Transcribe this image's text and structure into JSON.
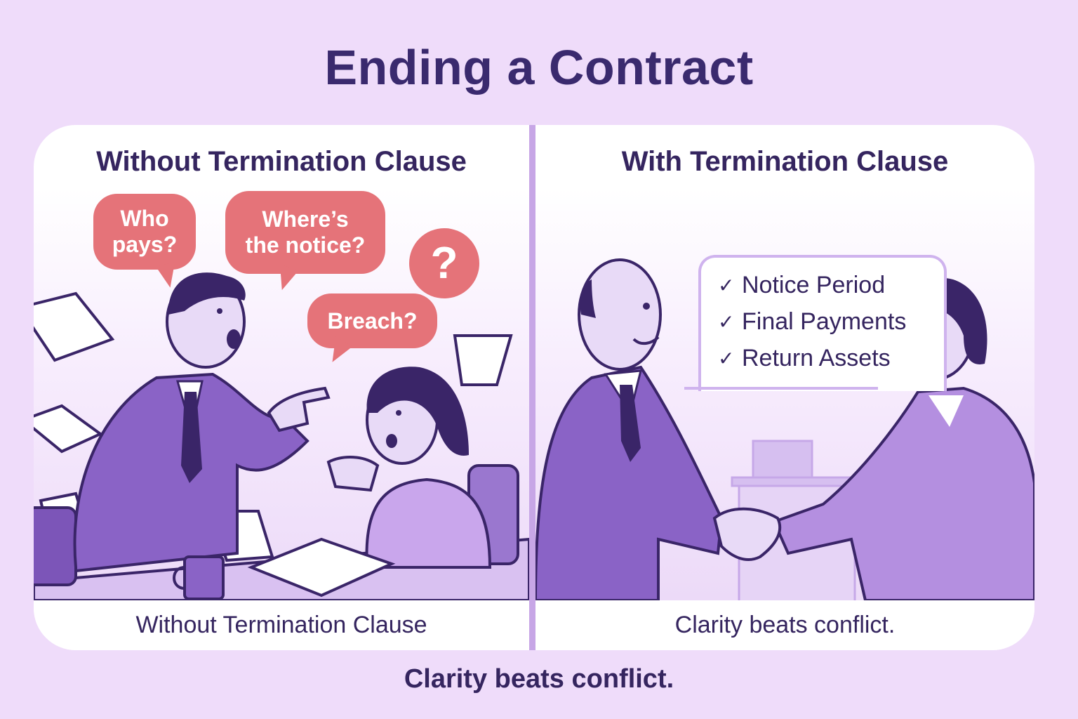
{
  "title": "Ending a Contract",
  "left_panel": {
    "heading": "Without Termination Clause",
    "bubbles": [
      {
        "text": "Who pays?",
        "line1": "Who",
        "line2": "pays?"
      },
      {
        "text": "Where’s the notice?",
        "line1": "Where’s",
        "line2": "the notice?"
      },
      {
        "text": "?"
      },
      {
        "text": "Breach?"
      }
    ],
    "illustration": "Angry man in purple suit pointing at a worried seated woman across a table with flying papers, a mug and documents",
    "caption": "Without Termination Clause"
  },
  "right_panel": {
    "heading": "With Termination Clause",
    "checklist": [
      {
        "icon": "checkmark-icon",
        "mark": "✓",
        "label": "Notice Period"
      },
      {
        "icon": "checkmark-icon",
        "mark": "✓",
        "label": "Final Payments"
      },
      {
        "icon": "checkmark-icon",
        "mark": "✓",
        "label": "Return Assets"
      }
    ],
    "illustration": "Smiling man and woman in purple suits shaking hands with a box on a shelf in the background",
    "caption": "Clarity beats conflict."
  },
  "tagline": "Clarity beats conflict.",
  "colors": {
    "background": "#efdcfa",
    "panel": "#ffffff",
    "text": "#35255f",
    "bubble": "#e57379",
    "divider": "#c7a6e6",
    "suit": "#8a63c6",
    "outline": "#3a2568"
  }
}
